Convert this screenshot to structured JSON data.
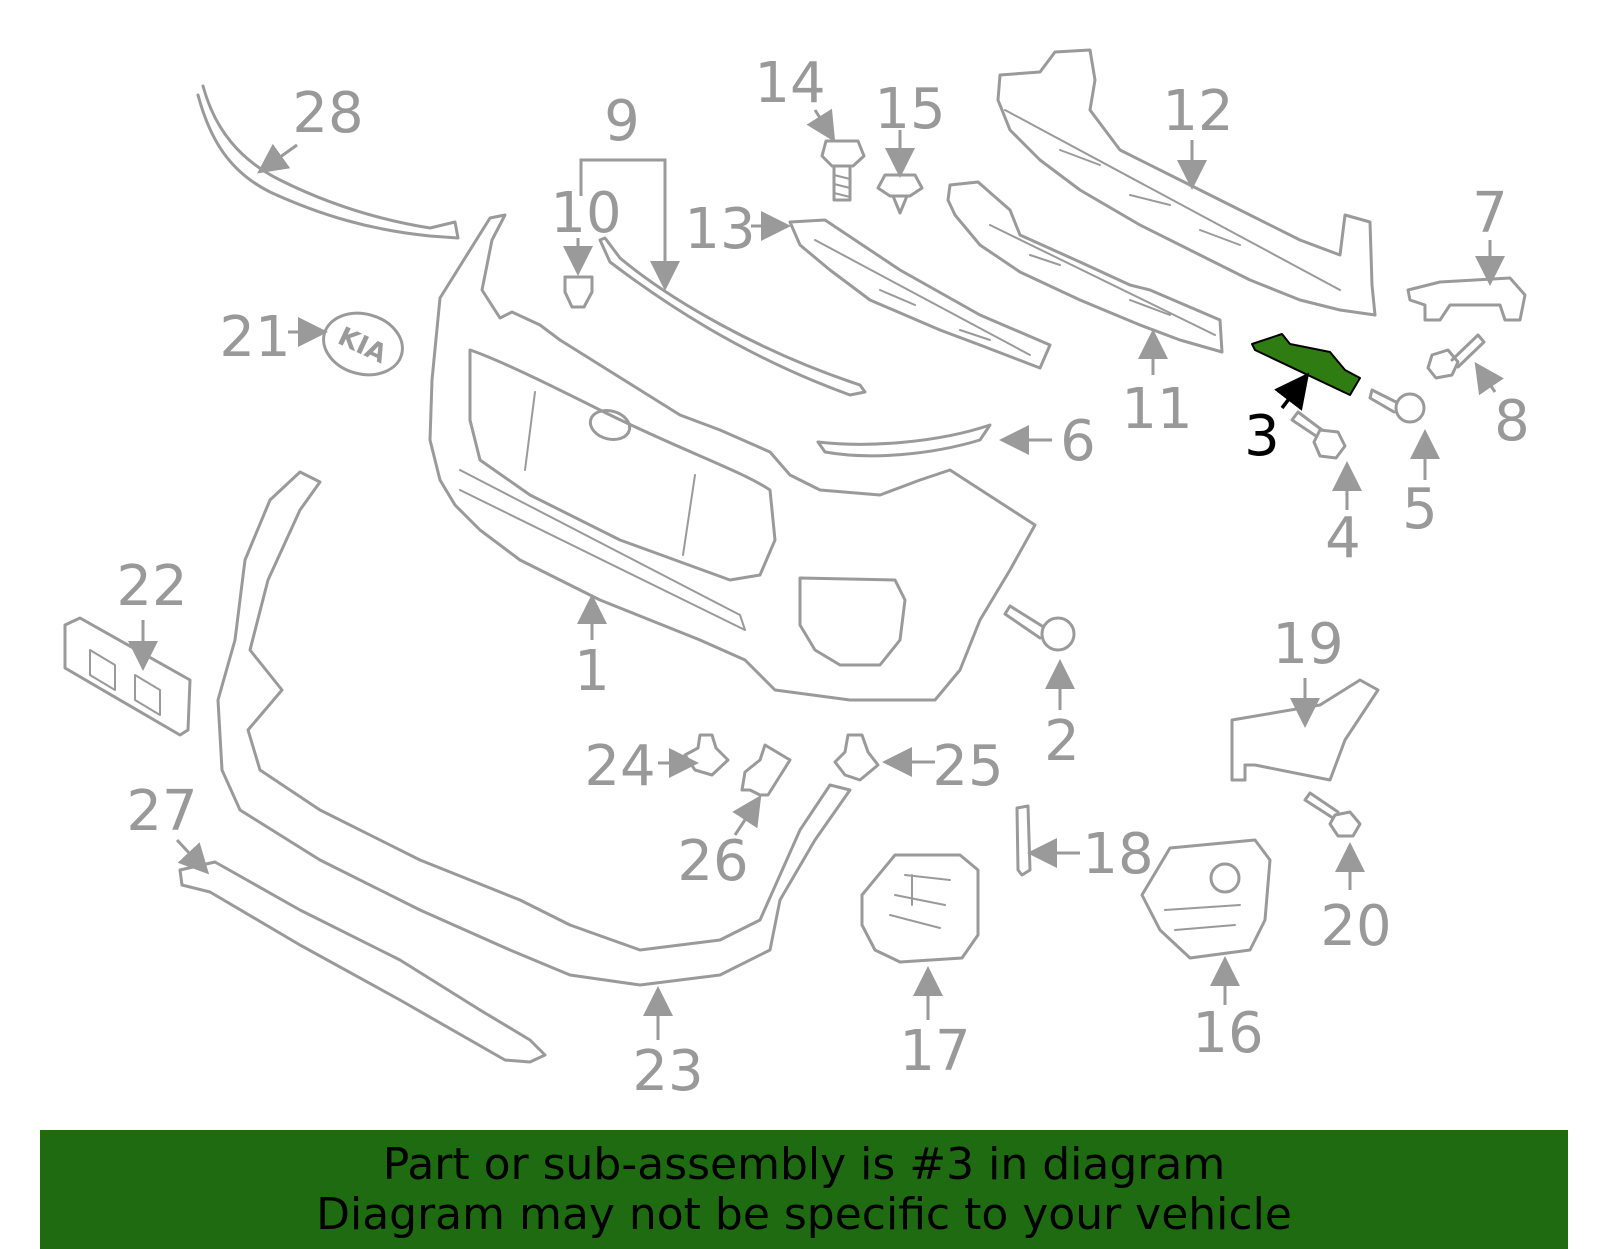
{
  "diagram": {
    "highlighted_callout": "3",
    "highlight_color": "#2f7d12",
    "line_color": "#9a9a9a",
    "callouts": [
      "1",
      "2",
      "3",
      "4",
      "5",
      "6",
      "7",
      "8",
      "9",
      "10",
      "11",
      "12",
      "13",
      "14",
      "15",
      "16",
      "17",
      "18",
      "19",
      "20",
      "21",
      "22",
      "23",
      "24",
      "25",
      "26",
      "27",
      "28"
    ],
    "emblem_text": "KIA"
  },
  "banner": {
    "line1": "Part or sub-assembly is #3 in diagram",
    "line2": "Diagram may not be specific to your vehicle",
    "background": "#1e6b12"
  }
}
